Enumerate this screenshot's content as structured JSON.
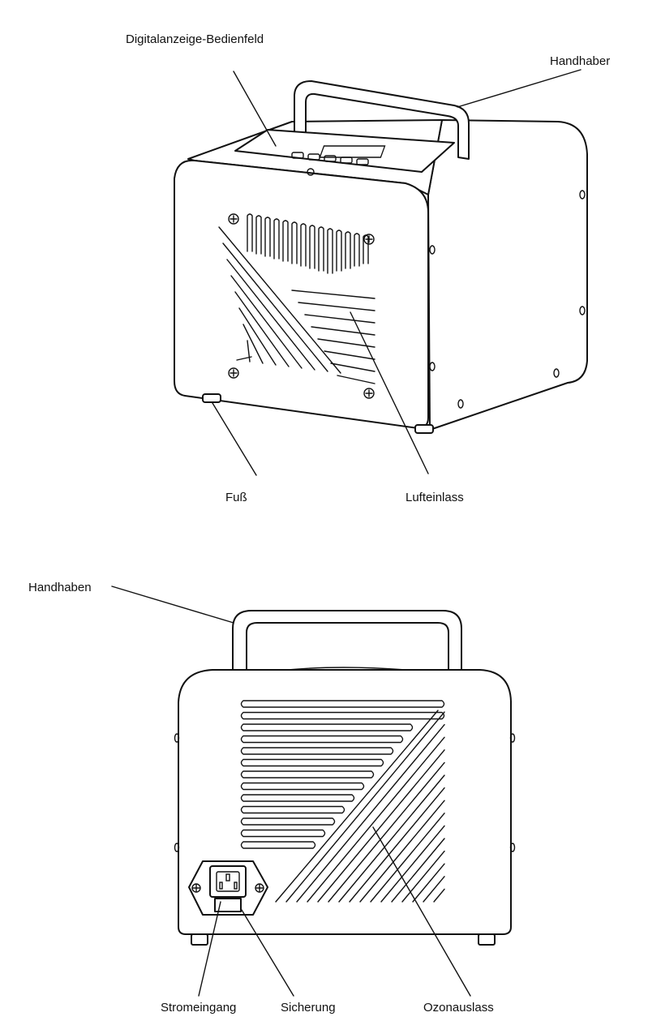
{
  "front_view": {
    "labels": {
      "panel": "Digitalanzeige-Bedienfeld",
      "handle": "Handhaber",
      "foot": "Fuß",
      "air_inlet": "Lufteinlass"
    }
  },
  "rear_view": {
    "labels": {
      "handle": "Handhaben",
      "power_inlet": "Stromeingang",
      "fuse": "Sicherung",
      "ozone_outlet": "Ozonauslass"
    }
  },
  "colors": {
    "line": "#111111",
    "background": "#ffffff"
  }
}
